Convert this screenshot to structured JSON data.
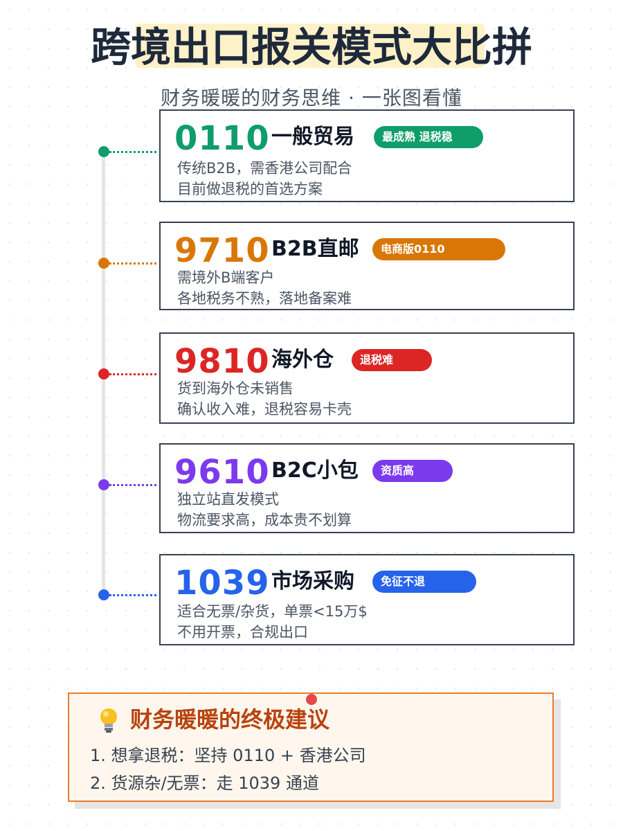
{
  "header": {
    "title": "跨境出口报关模式大比拼",
    "subtitle": "财务暖暖的财务思维 · 一张图看懂"
  },
  "cards": [
    {
      "code": "0110",
      "name": "一般贸易",
      "badge": "最成熟      退税稳",
      "desc1": "传统B2B，需香港公司配合",
      "desc2": "目前做退税的首选方案",
      "color": "#0f9d6b"
    },
    {
      "code": "9710",
      "name": "B2B直邮",
      "badge": "电商版0110",
      "desc1": "需境外B端客户",
      "desc2": "各地税务不熟，落地备案难",
      "color": "#d97706"
    },
    {
      "code": "9810",
      "name": "海外仓",
      "badge": "退税难",
      "desc1": "货到海外仓未销售",
      "desc2": "确认收入难，退税容易卡壳",
      "color": "#dc2626"
    },
    {
      "code": "9610",
      "name": "B2C小包",
      "badge": "资质高",
      "desc1": "独立站直发模式",
      "desc2": "物流要求高，成本贵不划算",
      "color": "#7c3aed"
    },
    {
      "code": "1039",
      "name": "市场采购",
      "badge": "免征不退",
      "desc1": "适合无票/杂货，单票<15万$",
      "desc2": "不用开票，合规出口",
      "color": "#2563eb"
    }
  ],
  "advice": {
    "icon": "lightbulb-icon",
    "title": "财务暖暖的终极建议",
    "item1": "1. 想拿退税：坚持 0110 + 香港公司",
    "item2": "2. 货源杂/无票：走 1039 通道"
  }
}
